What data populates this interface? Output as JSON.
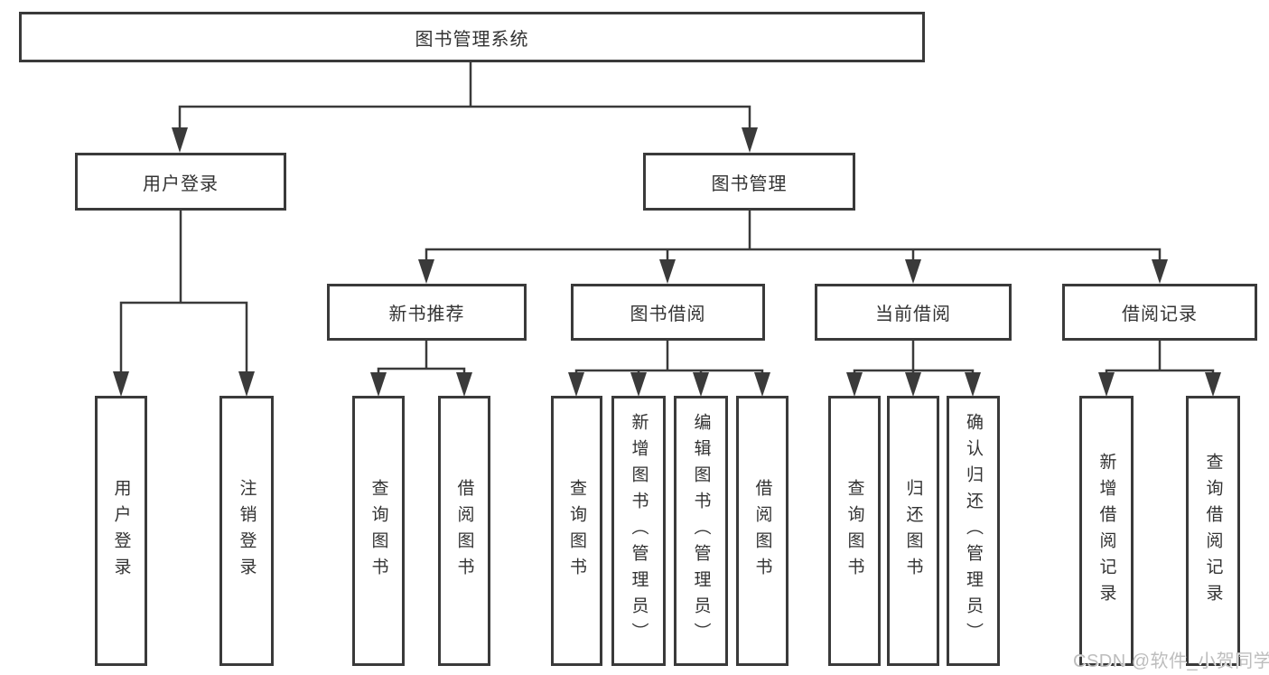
{
  "diagram_title": "图书管理系统",
  "tree": {
    "root": {
      "label": "图书管理系统"
    },
    "branches": [
      {
        "label": "用户登录",
        "leaves": [
          "用户登录",
          "注销登录"
        ]
      },
      {
        "label": "图书管理",
        "groups": [
          {
            "label": "新书推荐",
            "leaves": [
              "查询图书",
              "借阅图书"
            ]
          },
          {
            "label": "图书借阅",
            "leaves": [
              "查询图书",
              "新增图书（管理员）",
              "编辑图书（管理员）",
              "借阅图书"
            ]
          },
          {
            "label": "当前借阅",
            "leaves": [
              "查询图书",
              "归还图书",
              "确认归还（管理员）"
            ]
          },
          {
            "label": "借阅记录",
            "leaves": [
              "新增借阅记录",
              "查询借阅记录"
            ]
          }
        ]
      }
    ]
  },
  "watermark": "CSDN @软件_小贺同学",
  "colors": {
    "line": "#3a3a3a",
    "box_border": "#3a3a3a",
    "text": "#333333",
    "watermark": "#bdbdbd",
    "background": "#ffffff"
  }
}
